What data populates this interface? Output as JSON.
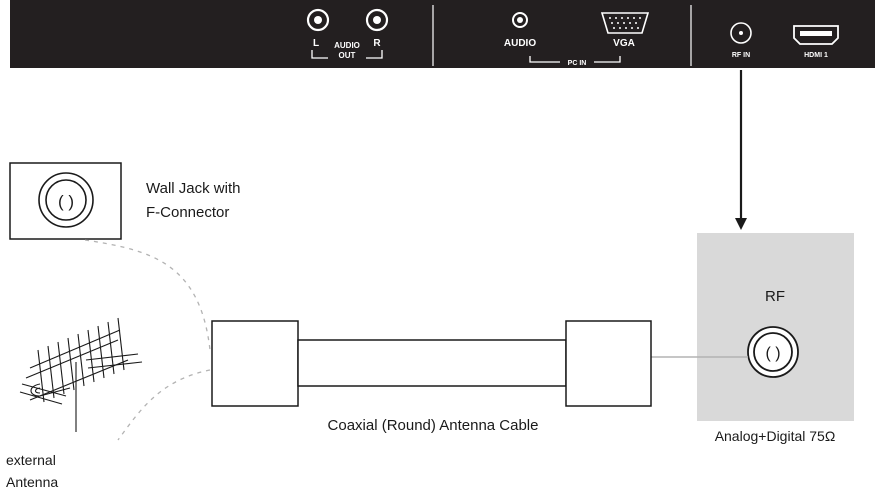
{
  "panel": {
    "audio_out": {
      "left": "L",
      "right": "R",
      "label_top": "AUDIO",
      "label_bottom": "OUT"
    },
    "pc_in": {
      "audio": "AUDIO",
      "vga": "VGA",
      "group": "PC IN"
    },
    "rf_in": "RF IN",
    "hdmi": "HDMI 1"
  },
  "wall_jack": {
    "line1": "Wall Jack with",
    "line2": "F-Connector"
  },
  "antenna": {
    "line1": "external",
    "line2": "Antenna"
  },
  "cable_label": "Coaxial (Round) Antenna Cable",
  "rf_box": {
    "title": "RF",
    "caption": "Analog+Digital 75Ω"
  },
  "colors": {
    "panel": "#231f20",
    "rf_box": "#d9d9d9",
    "dashed": "#b3b3b3"
  }
}
